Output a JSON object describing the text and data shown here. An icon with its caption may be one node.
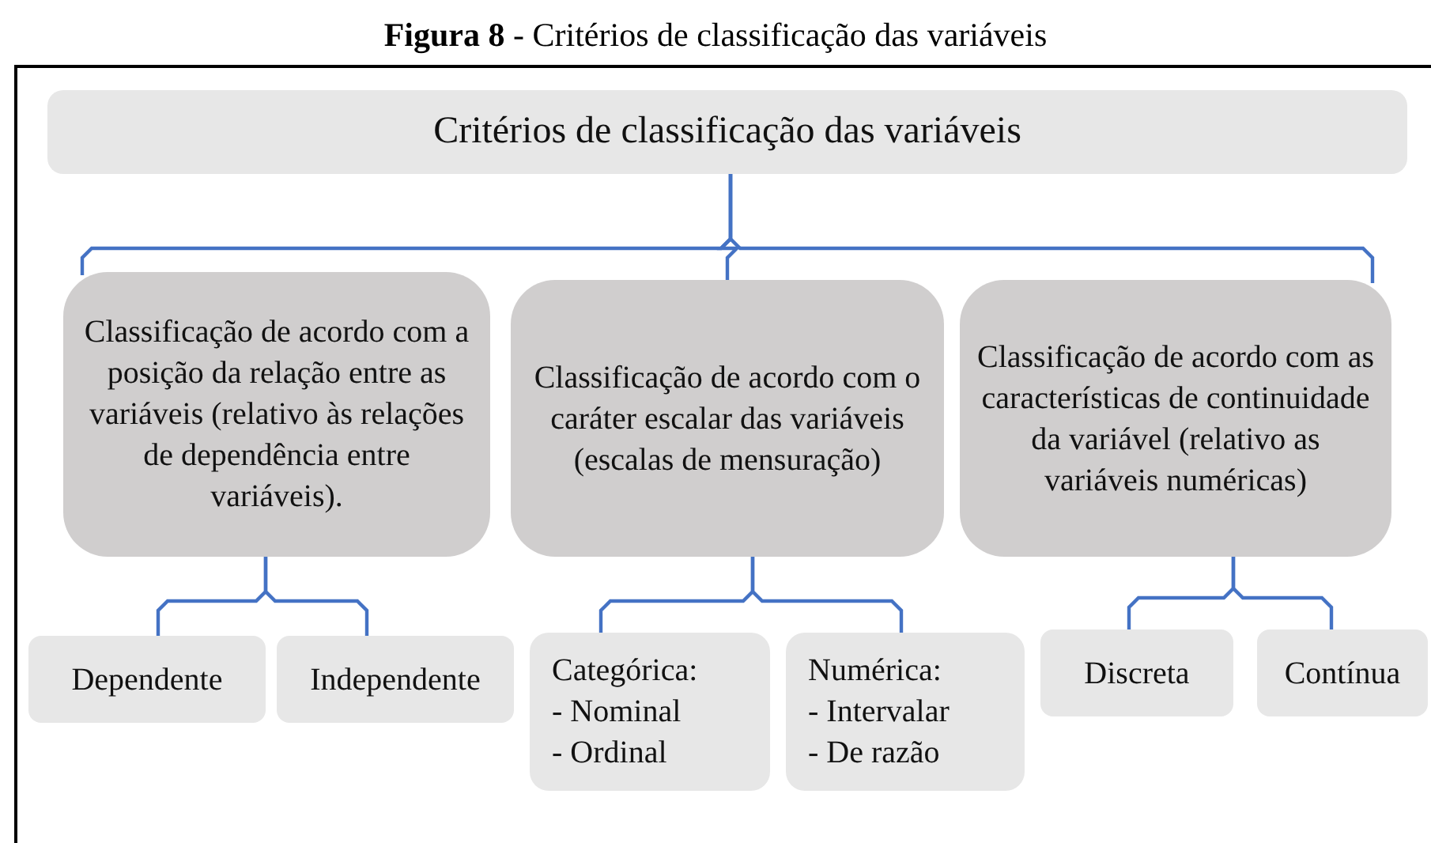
{
  "diagram": {
    "title": "**Figura 8** - Critérios de classificação das variáveis",
    "nodes": [
      {
        "text": [
          "Critérios de classificação das variáveis"
        ]
      },
      {
        "text": [
          "Classificação de acordo com a posição da relação entre as variáveis (relativo às relações de dependência entre variáveis)."
        ]
      },
      {
        "text": [
          "Classificação de acordo com o caráter escalar das variáveis (escalas de mensuração)"
        ]
      },
      {
        "text": [
          "Classificação de acordo com as características de continuidade da variável (relativo as variáveis numéricas)"
        ]
      },
      {
        "text": [
          "Dependente"
        ]
      },
      {
        "text": [
          "Independente"
        ]
      },
      {
        "text": [
          "Categórica:",
          "- Nominal",
          "- Ordinal"
        ]
      },
      {
        "text": [
          "Numérica:",
          "- Intervalar",
          "- De razão"
        ]
      },
      {
        "text": [
          "Discreta"
        ]
      },
      {
        "text": [
          "Contínua"
        ]
      }
    ],
    "edges": [
      {
        "from": 0,
        "to": 1,
        "arrow": "none"
      },
      {
        "from": 0,
        "to": 2,
        "arrow": "none"
      },
      {
        "from": 0,
        "to": 3,
        "arrow": "none"
      },
      {
        "from": 1,
        "to": 4,
        "arrow": "none"
      },
      {
        "from": 1,
        "to": 5,
        "arrow": "none"
      },
      {
        "from": 2,
        "to": 6,
        "arrow": "none"
      },
      {
        "from": 2,
        "to": 7,
        "arrow": "none"
      },
      {
        "from": 3,
        "to": 8,
        "arrow": "none"
      },
      {
        "from": 3,
        "to": 9,
        "arrow": "none"
      }
    ]
  }
}
